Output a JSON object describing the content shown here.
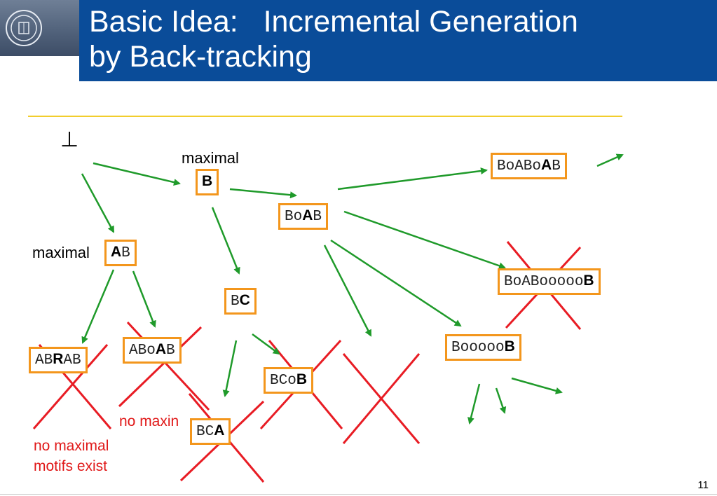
{
  "slide": {
    "title_line1": "Basic Idea:   Incremental Generation",
    "title_line2": "by Back-tracking",
    "page_number": "11"
  },
  "tree": {
    "root_symbol": "⊥",
    "label_maximal_b": "maximal",
    "label_maximal_ab": "maximal",
    "label_no_maxim": "no maxin",
    "label_no_maximal_1": "no maximal",
    "label_no_maximal_2": "motifs exist",
    "nodes": {
      "b": {
        "pre": "",
        "bold": "B",
        "post": ""
      },
      "ab": {
        "pre": "",
        "bold": "A",
        "post": "B"
      },
      "boab": {
        "pre": "Bo",
        "bold": "A",
        "post": "B"
      },
      "boaboab": {
        "pre": "BoABo",
        "bold": "A",
        "post": "B"
      },
      "boaboooooob": {
        "pre": "BoABooooo",
        "bold": "B",
        "post": ""
      },
      "booooob": {
        "pre": "Booooo",
        "bold": "B",
        "post": ""
      },
      "bc": {
        "pre": "B",
        "bold": "C",
        "post": ""
      },
      "abrab": {
        "pre": "AB",
        "bold": "R",
        "post": "AB"
      },
      "aboab": {
        "pre": "ABo",
        "bold": "A",
        "post": "B"
      },
      "bcob": {
        "pre": "BCo",
        "bold": "B",
        "post": ""
      },
      "bca": {
        "pre": "BC",
        "bold": "A",
        "post": ""
      }
    },
    "colors": {
      "edge": "#1f9a2a",
      "cross": "#e81c24",
      "node_border": "#f3961c",
      "header": "#0a4c99"
    }
  }
}
